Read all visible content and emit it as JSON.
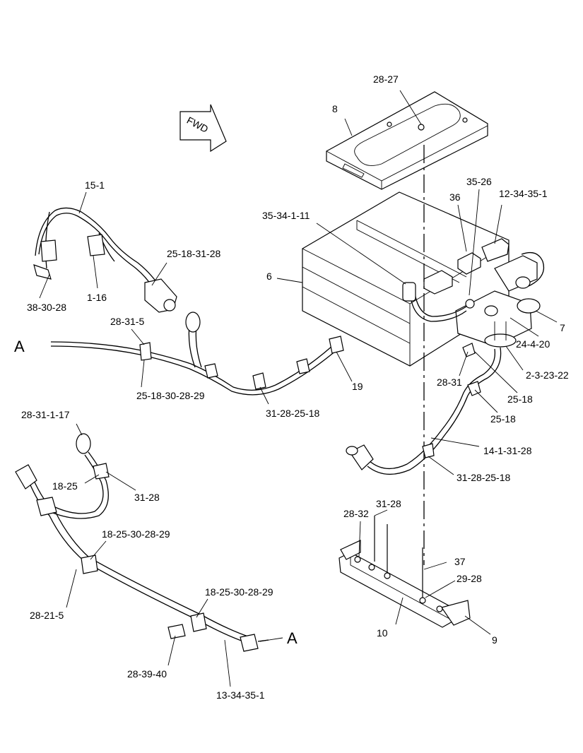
{
  "diagram": {
    "fwd_label": "FWD",
    "callouts": {
      "c_28_27": "28-27",
      "c_8": "8",
      "c_35_26": "35-26",
      "c_36": "36",
      "c_12_34_35_1": "12-34-35-1",
      "c_35_34_1_11": "35-34-1-11",
      "c_6": "6",
      "c_7": "7",
      "c_24_4_20": "24-4-20",
      "c_2_3_23_22": "2-3-23-22",
      "c_28_31_right": "28-31",
      "c_25_18_a": "25-18",
      "c_25_18_b": "25-18",
      "c_14_1_31_28": "14-1-31-28",
      "c_31_28_25_18_right": "31-28-25-18",
      "c_15_1": "15-1",
      "c_25_18_31_28": "25-18-31-28",
      "c_38_30_28": "38-30-28",
      "c_1_16": "1-16",
      "c_28_31_5": "28-31-5",
      "c_A_left": "A",
      "c_25_18_30_28_29": "25-18-30-28-29",
      "c_31_28_25_18_mid": "31-28-25-18",
      "c_19": "19",
      "c_28_31_1_17": "28-31-1-17",
      "c_18_25": "18-25",
      "c_31_28_left": "31-28",
      "c_18_25_30_28_29_a": "18-25-30-28-29",
      "c_28_21_5": "28-21-5",
      "c_18_25_30_28_29_b": "18-25-30-28-29",
      "c_28_39_40": "28-39-40",
      "c_13_34_35_1": "13-34-35-1",
      "c_A_right": "A",
      "c_28_32": "28-32",
      "c_31_28_tray": "31-28",
      "c_37": "37",
      "c_29_28": "29-28",
      "c_10": "10",
      "c_9": "9"
    }
  }
}
